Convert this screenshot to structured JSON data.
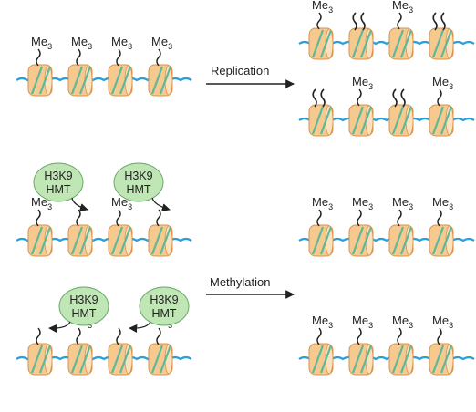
{
  "labels": {
    "replication": "Replication",
    "methylation": "Methylation"
  },
  "mark": {
    "me": "Me",
    "sub": "3"
  },
  "enzyme": {
    "line1": "H3K9",
    "line2": "HMT"
  },
  "colors": {
    "dna": "#2a9fd8",
    "nucleosome_fill": "#f6c98f",
    "nucleosome_edge": "#d9924a",
    "wrap": "#5fb89a",
    "enzyme_fill": "#bfe6b4",
    "enzyme_edge": "#6aa86a",
    "arrow": "#222222"
  }
}
